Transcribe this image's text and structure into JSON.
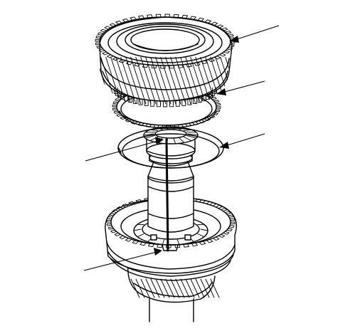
{
  "diagram": {
    "kind": "exploded-assembly",
    "callouts": [
      {
        "id": "gear",
        "side": "right"
      },
      {
        "id": "synchro-ring-upper",
        "side": "right"
      },
      {
        "id": "snap-ring",
        "side": "right"
      },
      {
        "id": "shaft-alignment-upper",
        "side": "left"
      },
      {
        "id": "hub-alignment-lower",
        "side": "left"
      }
    ]
  },
  "colors": {
    "ink": "#000000",
    "background": "#ffffff"
  }
}
